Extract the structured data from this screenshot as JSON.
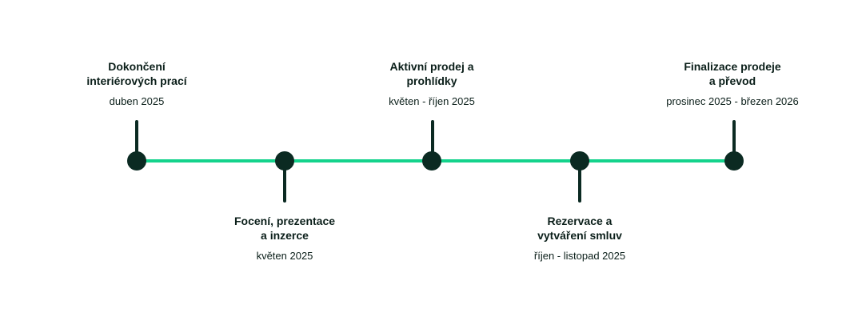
{
  "colors": {
    "line": "#14d38c",
    "marker": "#0b2a22",
    "text": "#0b1f1a"
  },
  "milestones": [
    {
      "title": "Dokončení\ninteriérových prací",
      "date": "duben 2025",
      "side": "top"
    },
    {
      "title": "Focení, prezentace\na inzerce",
      "date": "květen 2025",
      "side": "bottom"
    },
    {
      "title": "Aktivní prodej a\nprohlídky",
      "date": "květen - říjen 2025",
      "side": "top"
    },
    {
      "title": "Rezervace a\nvytváření smluv",
      "date": "říjen - listopad 2025",
      "side": "bottom"
    },
    {
      "title": "Finalizace prodeje\na převod",
      "date": "prosinec 2025 - březen 2026",
      "side": "top"
    }
  ]
}
